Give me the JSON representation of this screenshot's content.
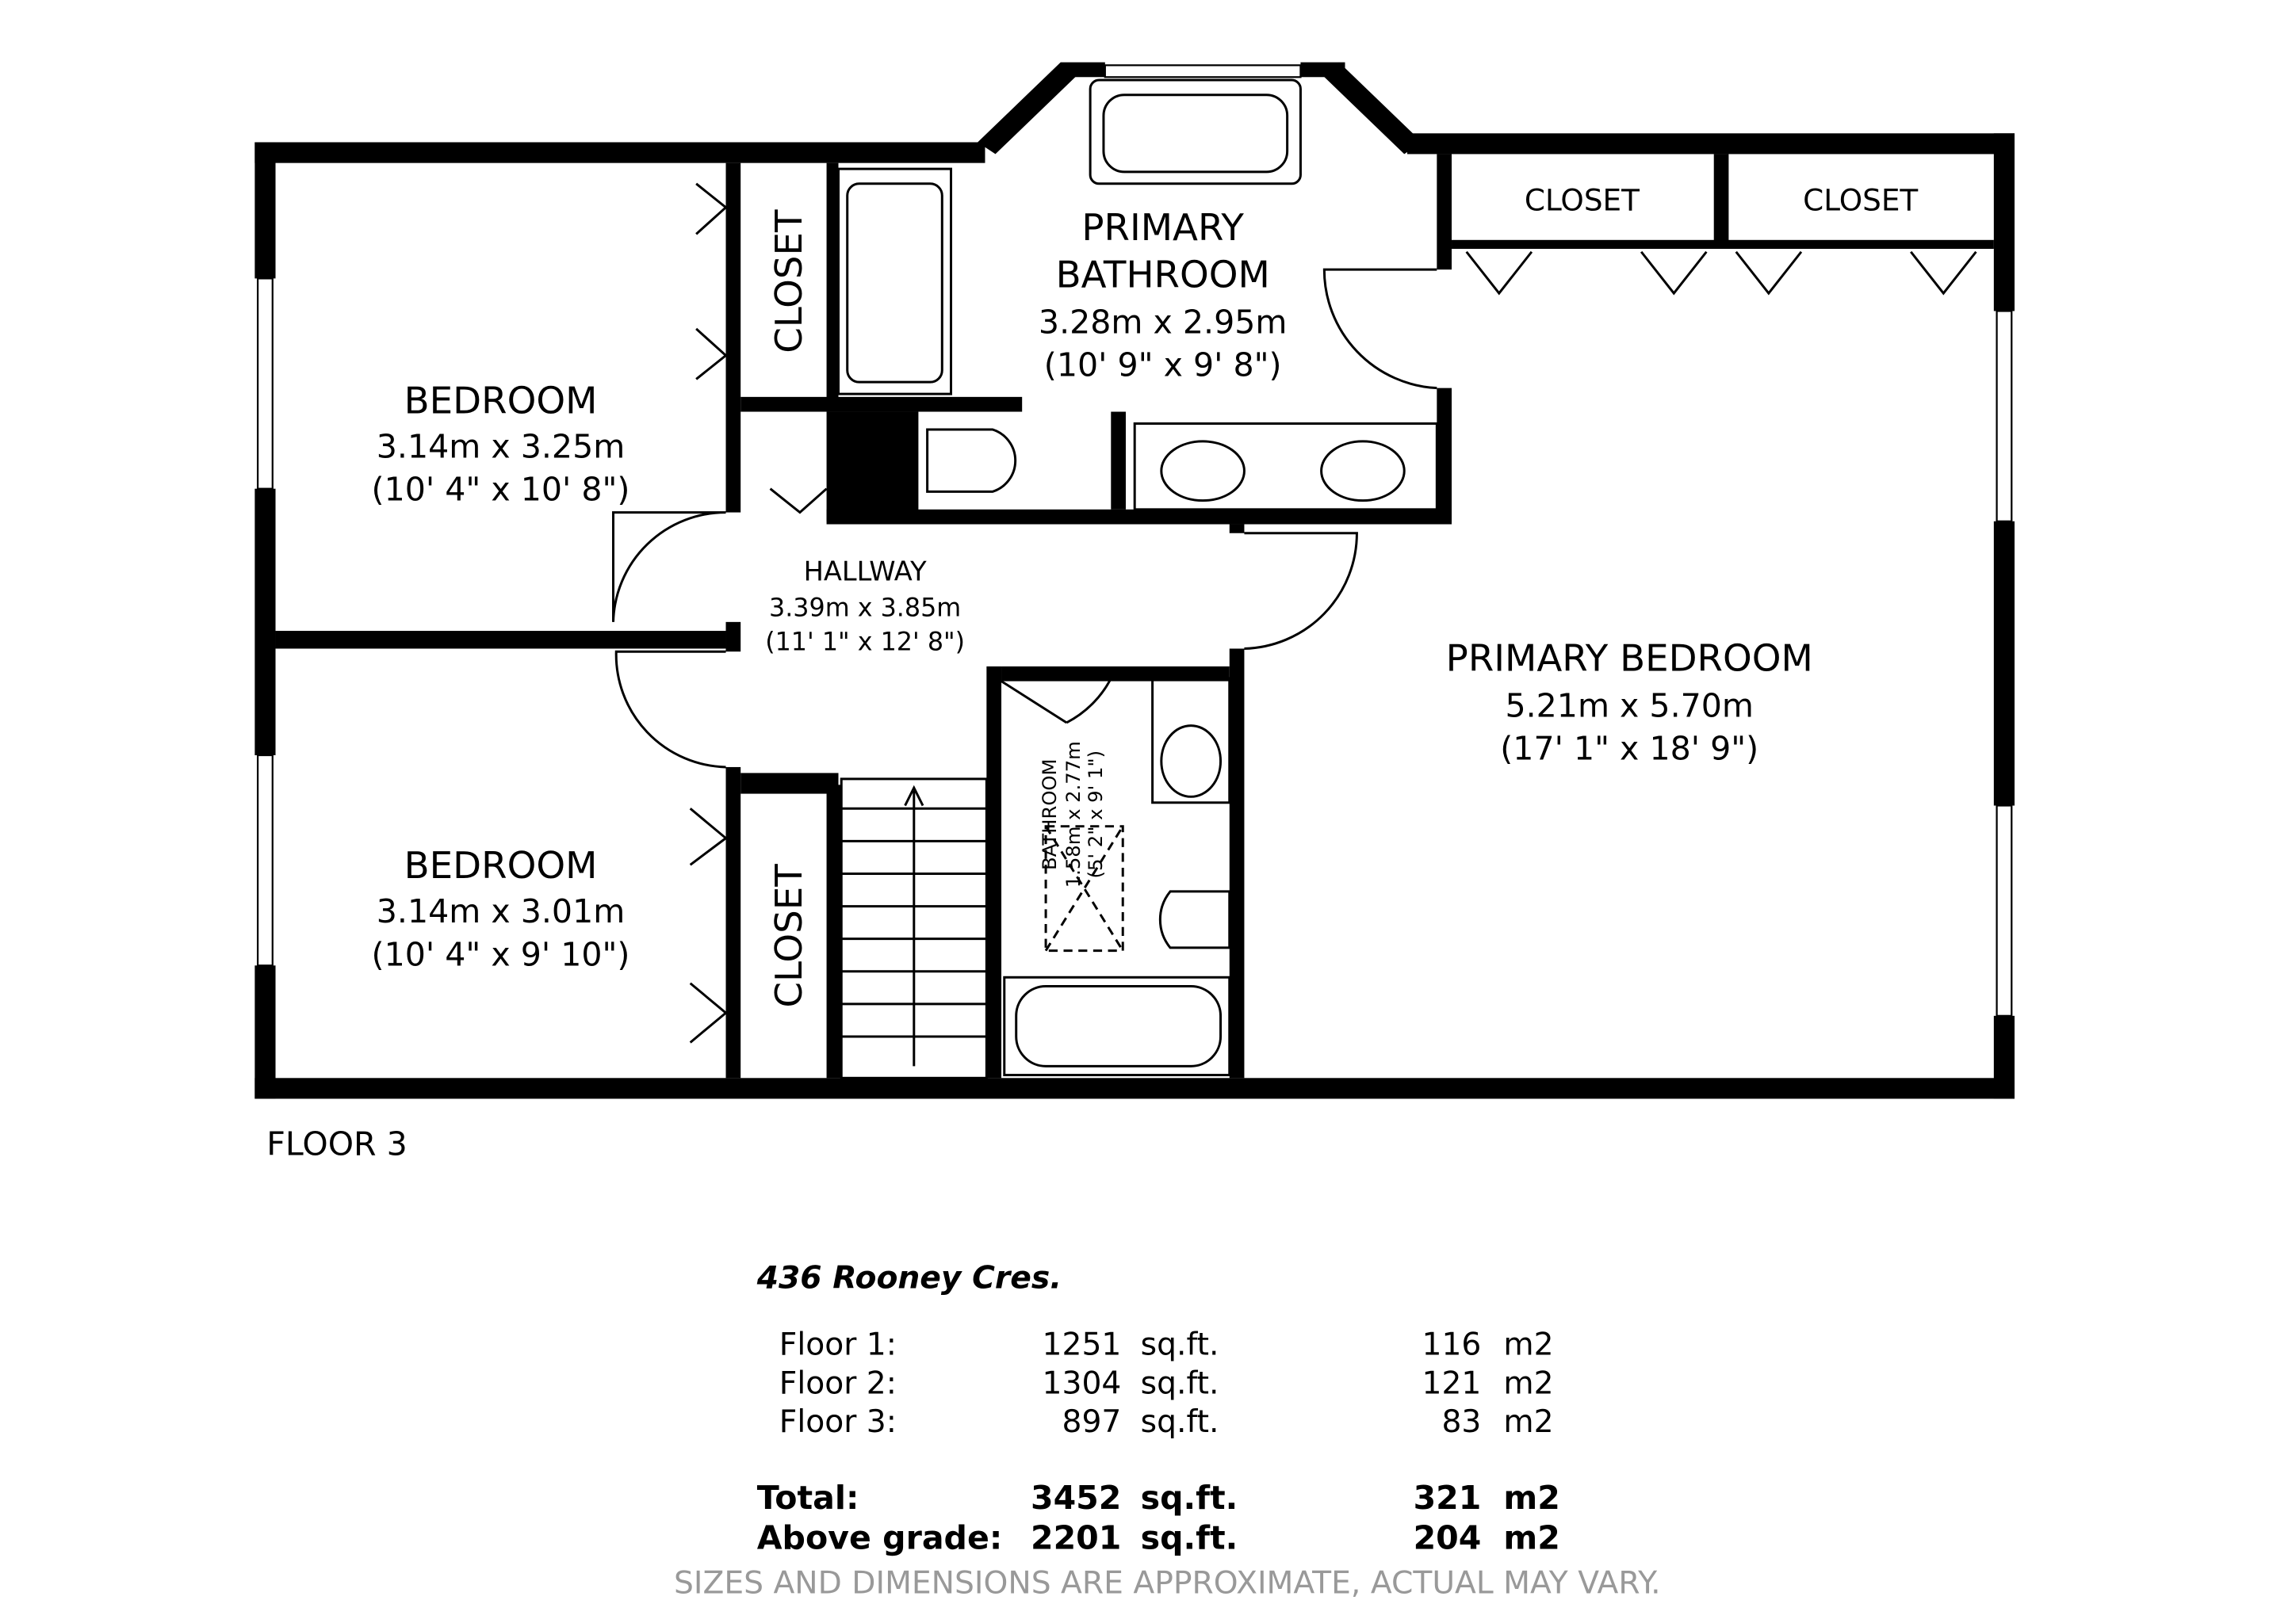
{
  "floor_label": "FLOOR 3",
  "rooms": {
    "bedroom1": {
      "name": "BEDROOM",
      "metric": "3.14m x 3.25m",
      "imperial": "(10' 4\" x 10' 8\")"
    },
    "bedroom2": {
      "name": "BEDROOM",
      "metric": "3.14m x 3.01m",
      "imperial": "(10' 4\" x 9' 10\")"
    },
    "closet1": {
      "name": "CLOSET"
    },
    "closet2": {
      "name": "CLOSET"
    },
    "closet3": {
      "name": "CLOSET"
    },
    "closet4": {
      "name": "CLOSET"
    },
    "primary_bathroom": {
      "name1": "PRIMARY",
      "name2": "BATHROOM",
      "metric": "3.28m x 2.95m",
      "imperial": "(10' 9\" x 9' 8\")"
    },
    "hallway": {
      "name": "HALLWAY",
      "metric": "3.39m x 3.85m",
      "imperial": "(11' 1\" x 12' 8\")"
    },
    "bathroom": {
      "name": "BATHROOM",
      "metric": "1.58m x 2.77m",
      "imperial": "(5' 2\" x 9' 1\")"
    },
    "primary_bedroom": {
      "name": "PRIMARY BEDROOM",
      "metric": "5.21m x 5.70m",
      "imperial": "(17' 1\" x 18' 9\")"
    }
  },
  "summary": {
    "address": "436 Rooney Cres.",
    "rows": [
      {
        "label": "Floor 1:",
        "sqft": "1251",
        "sqft_unit": "sq.ft.",
        "m2": "116",
        "m2_unit": "m2"
      },
      {
        "label": "Floor 2:",
        "sqft": "1304",
        "sqft_unit": "sq.ft.",
        "m2": "121",
        "m2_unit": "m2"
      },
      {
        "label": "Floor 3:",
        "sqft": "897",
        "sqft_unit": "sq.ft.",
        "m2": "83",
        "m2_unit": "m2"
      }
    ],
    "totals": [
      {
        "label": "Total:",
        "sqft": "3452",
        "sqft_unit": "sq.ft.",
        "m2": "321",
        "m2_unit": "m2"
      },
      {
        "label": "Above grade:",
        "sqft": "2201",
        "sqft_unit": "sq.ft.",
        "m2": "204",
        "m2_unit": "m2"
      }
    ],
    "disclaimer": "SIZES AND DIMENSIONS ARE APPROXIMATE, ACTUAL MAY VARY."
  }
}
